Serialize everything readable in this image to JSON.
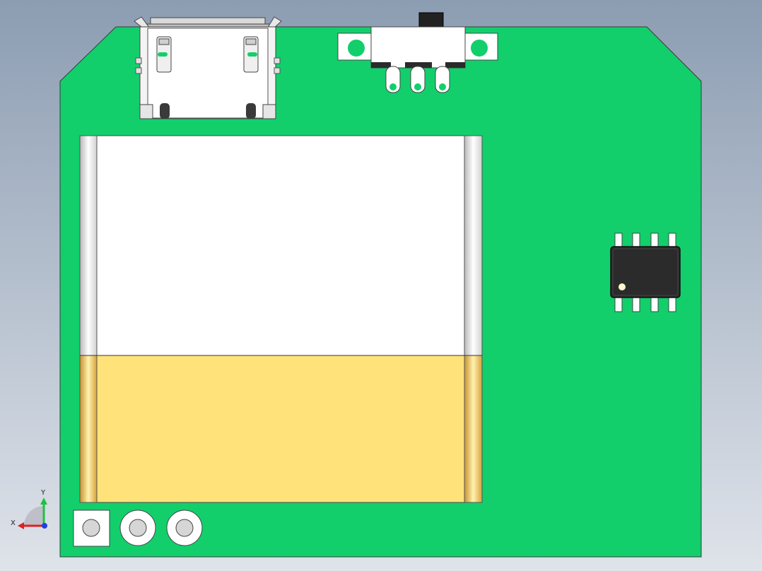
{
  "view": {
    "background_top": "#8c9db2",
    "background_bottom": "#dfe3ea"
  },
  "board": {
    "pcb_color": "#12cf6c",
    "outline_color": "#3a3a3a"
  },
  "components": {
    "usb_connector": {
      "body_color": "#f4f4f4",
      "metal_color": "#cfcfcf"
    },
    "slide_switch": {
      "body_color": "#ffffff",
      "actuator_color": "#222222",
      "pad_color": "#ffffff"
    },
    "battery": {
      "top_color": "#ffffff",
      "bottom_color": "#ffe27a",
      "edge_color": "#c9a040"
    },
    "soic8_chip": {
      "body_color": "#2b2b2b",
      "pin_color": "#ffffff",
      "pin_count": 8
    },
    "header_pads": {
      "count": 3,
      "pad_color": "#ffffff",
      "hole_color": "#cccccc"
    }
  },
  "axis_triad": {
    "x_label": "X",
    "y_label": "Y",
    "x_color": "#e02020",
    "y_color": "#20c040",
    "z_color": "#2040e0"
  }
}
